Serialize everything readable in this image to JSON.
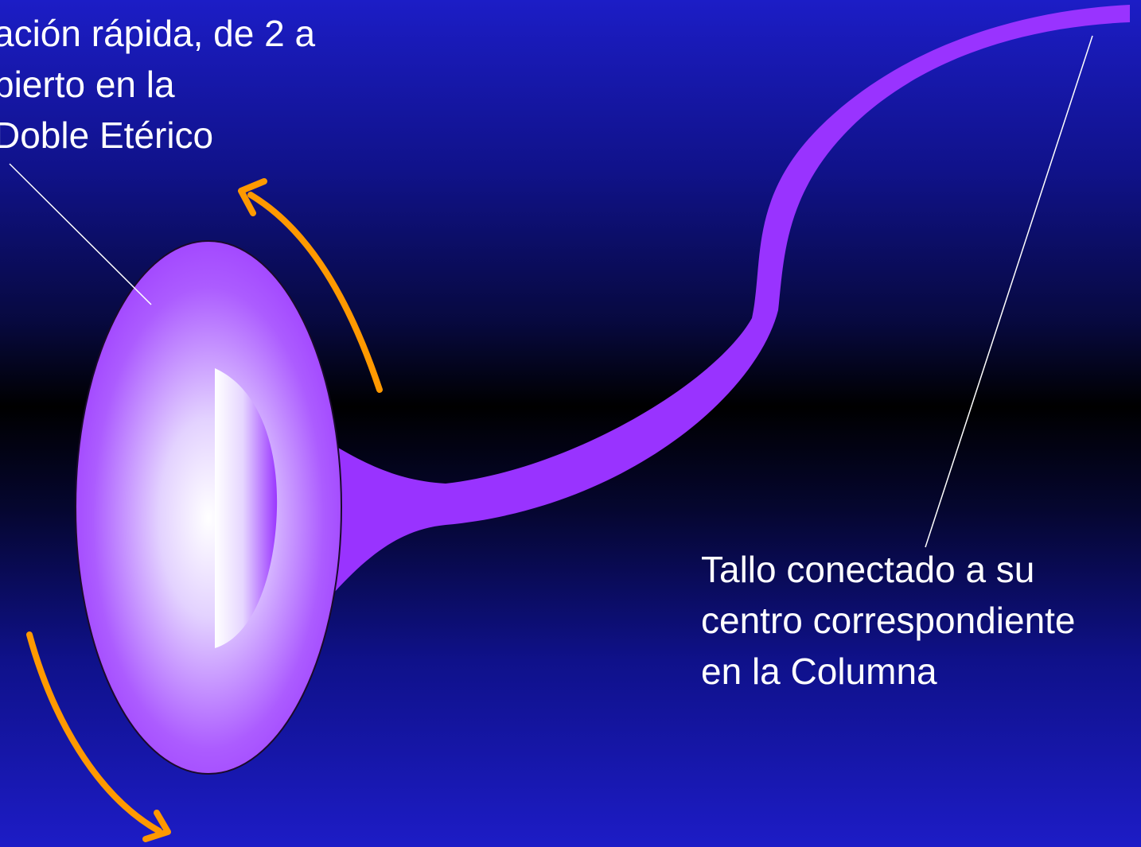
{
  "labels": {
    "top": {
      "lines": [
        "ación rápida, de 2 a",
        "bierto en la",
        "Doble Etérico"
      ]
    },
    "bottom": {
      "lines": [
        "Tallo conectado a su",
        "centro correspondiente",
        "en la Columna"
      ]
    }
  },
  "colors": {
    "chakra": "#9933ff",
    "stem": "#9933ff",
    "arrows": "#ff9900",
    "pointer_lines": "#ffffff",
    "text": "#ffffff"
  }
}
